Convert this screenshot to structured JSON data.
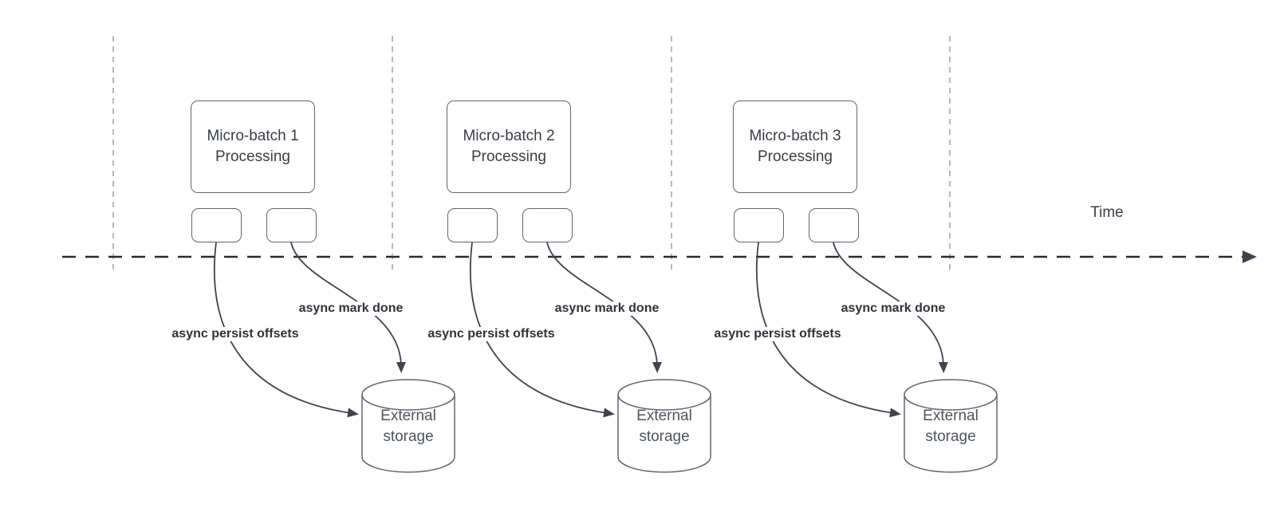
{
  "diagram": {
    "time_axis_label": "Time"
  },
  "batches": [
    {
      "label": "Micro-batch 1\nProcessing",
      "persist_label": "async persist offsets",
      "mark_done_label": "async mark done",
      "storage_label": "External storage"
    },
    {
      "label": "Micro-batch 2\nProcessing",
      "persist_label": "async persist offsets",
      "mark_done_label": "async mark done",
      "storage_label": "External storage"
    },
    {
      "label": "Micro-batch 3\nProcessing",
      "persist_label": "async persist offsets",
      "mark_done_label": "async mark done",
      "storage_label": "External storage"
    }
  ],
  "colors": {
    "shape_stroke": "#5f6771",
    "connector_stroke": "#3d4450",
    "timeline_stroke": "#2b2b2b",
    "gridline_stroke": "#b6b9bc",
    "box_text": "#383e46",
    "bold_label_text": "#2e333a",
    "storage_text": "#4d545c",
    "background": "#ffffff"
  }
}
